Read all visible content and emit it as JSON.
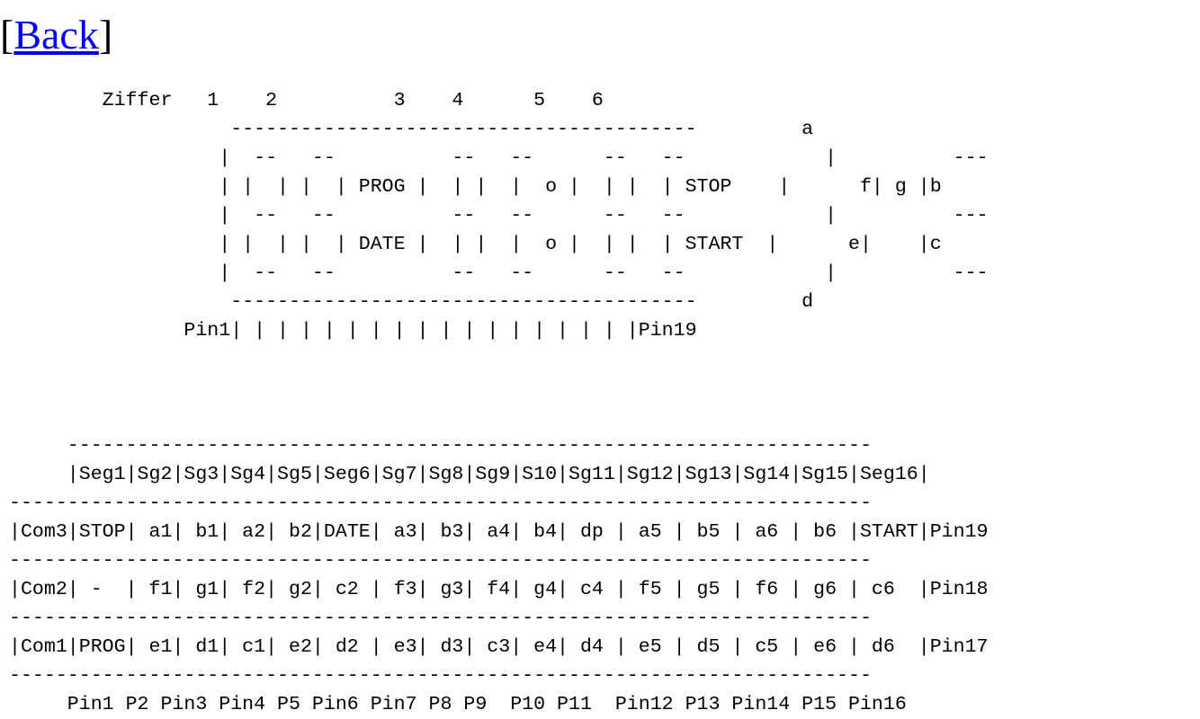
{
  "back": {
    "open_bracket": "[",
    "link_label": "Back",
    "close_bracket": "]",
    "link_color": "#0000ee"
  },
  "display_diagram": {
    "lines": [
      "        Ziffer   1    2          3    4      5    6",
      "                   ----------------------------------------         a",
      "                  |  --   --          --   --      --   --            |          ---",
      "                  | |  | |  | PROG |  | |  |  o |  | |  | STOP    |      f| g |b",
      "                  |  --   --          --   --      --   --            |          ---",
      "                  | |  | |  | DATE |  | |  |  o |  | |  | START  |      e|    |c",
      "                  |  --   --          --   --      --   --            |          ---",
      "                   ----------------------------------------         d",
      "               Pin1| | | | | | | | | | | | | | | | | |Pin19"
    ]
  },
  "pin_table": {
    "lines": [
      "",
      "",
      "",
      "     ---------------------------------------------------------------------",
      "     |Seg1|Sg2|Sg3|Sg4|Sg5|Seg6|Sg7|Sg8|Sg9|S10|Sg11|Sg12|Sg13|Sg14|Sg15|Seg16|",
      "--------------------------------------------------------------------------",
      "|Com3|STOP| a1| b1| a2| b2|DATE| a3| b3| a4| b4| dp | a5 | b5 | a6 | b6 |START|Pin19",
      "--------------------------------------------------------------------------",
      "|Com2| -  | f1| g1| f2| g2| c2 | f3| g3| f4| g4| c4 | f5 | g5 | f6 | g6 | c6  |Pin18",
      "--------------------------------------------------------------------------",
      "|Com1|PROG| e1| d1| c1| e2| d2 | e3| d3| c3| e4| d4 | e5 | d5 | c5 | e6 | d6  |Pin17",
      "--------------------------------------------------------------------------",
      "     Pin1 P2 Pin3 Pin4 P5 Pin6 Pin7 P8 P9  P10 P11  Pin12 P13 Pin14 P15 Pin16"
    ]
  }
}
